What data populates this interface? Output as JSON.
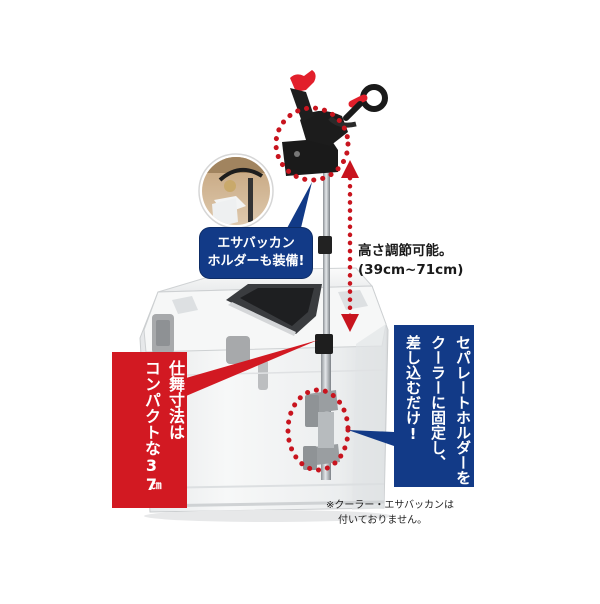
{
  "callouts": {
    "esa_holder": {
      "line1": "エサバッカン",
      "line2": "ホルダーも装備!"
    },
    "height": {
      "line1": "高さ調節可能。",
      "line2": "(39cm~71cm)"
    },
    "separate": {
      "col1": "セパレートホルダーを",
      "col2": "クーラーに固定し、",
      "col3": "差し込むだけ!"
    },
    "compact": {
      "col1": "仕舞寸法は",
      "col2": "コンパクトな37",
      "col3": "㎝"
    }
  },
  "footnote": {
    "line1": "※クーラー・エサバッカンは",
    "line2": "付いておりません。"
  },
  "colors": {
    "badge_blue": "#123a87",
    "badge_red": "#d21922",
    "dotted_red": "#c8141e",
    "cooler_white": "#f1f2f2",
    "latch_gray": "#a7a9ab",
    "pole_silver": "#c2c6ca"
  }
}
